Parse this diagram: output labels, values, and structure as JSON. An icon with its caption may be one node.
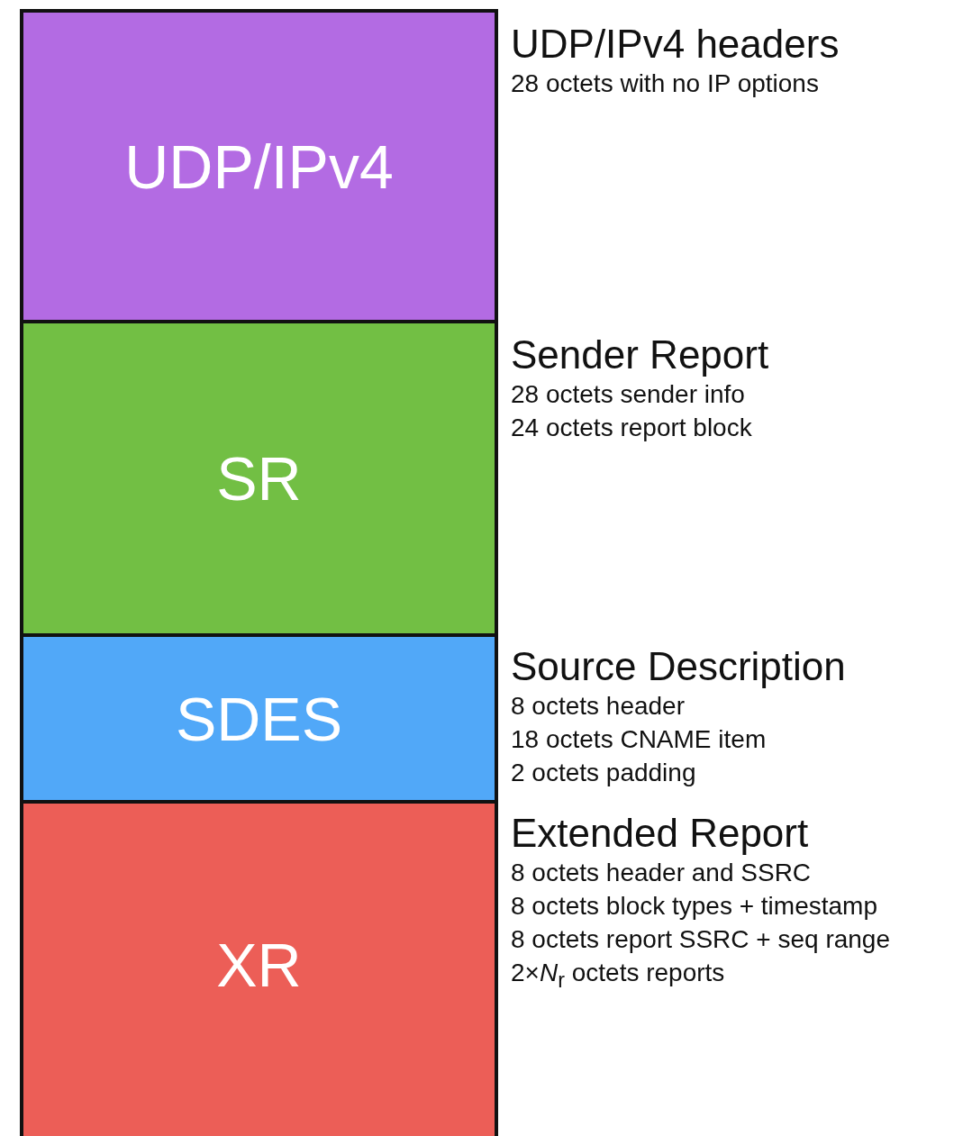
{
  "diagram": {
    "nodes": [
      {
        "text": [
          "UDP/IPv4"
        ],
        "beside": [
          "UDP/IPv4 headers",
          "28 octets with no IP options"
        ]
      },
      {
        "text": [
          "SR"
        ],
        "beside": [
          "Sender Report",
          "28 octets sender info",
          "24 octets report block"
        ]
      },
      {
        "text": [
          "SDES"
        ],
        "beside": [
          "Source Description",
          "8 octets header",
          "18 octets CNAME item",
          "2 octets padding"
        ]
      },
      {
        "text": [
          "XR"
        ],
        "beside": [
          "Extended Report",
          "8 octets header and SSRC",
          "8 octets block types + timestamp",
          "8 octets report SSRC + seq range",
          "2×*N*$_{r}$ octets reports"
        ]
      }
    ],
    "edges": []
  }
}
